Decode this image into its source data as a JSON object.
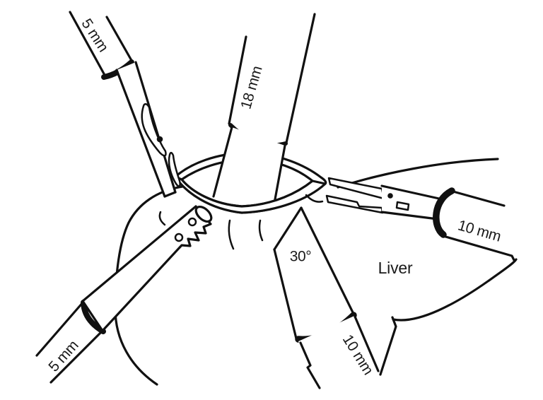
{
  "figure": {
    "background": "#ffffff",
    "ink": "#111111",
    "labels": {
      "upper_left_trocar": "5 mm",
      "hand_port": "18 mm",
      "right_trocar": "10 mm",
      "lower_left_trocar": "5 mm",
      "camera_trocar": "10 mm",
      "scope_angle": "30°",
      "organ": "Liver"
    }
  }
}
